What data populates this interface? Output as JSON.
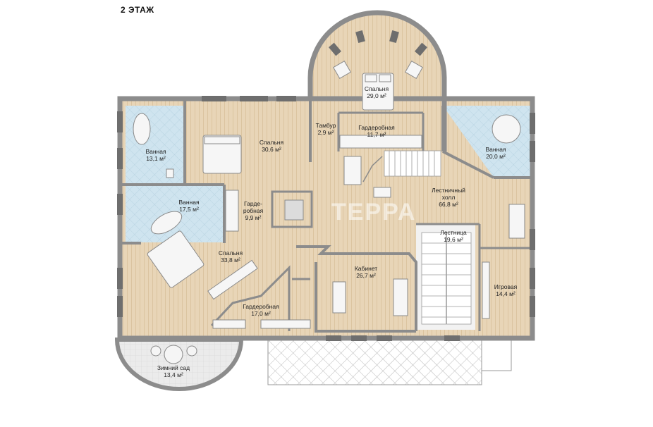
{
  "floor_title": "2 ЭТАЖ",
  "watermark": "ТЕРРА",
  "colors": {
    "wall": "#8c8c8c",
    "floor_wood": "#e8d5b7",
    "floor_wood_lines": "#d9c19a",
    "bathroom_tile": "#cfe4ef",
    "winter_garden": "#e6e6e6",
    "terrace_lattice": "#b9b9b9",
    "furniture": "#f4f4f4"
  },
  "rooms": [
    {
      "name": "Спальня",
      "area": "29,0 м²"
    },
    {
      "name": "Тамбур",
      "area": "2,9 м²"
    },
    {
      "name": "Гардеробная",
      "area": "11,7 м²"
    },
    {
      "name": "Спальня",
      "area": "30,6 м²"
    },
    {
      "name": "Ванная",
      "area": "13,1 м²"
    },
    {
      "name": "Ванная",
      "area": "20,0 м²"
    },
    {
      "name": "Ванная",
      "area": "17,5 м²"
    },
    {
      "name": "Гарде-",
      "name2": "робная",
      "area": "9,9 м²"
    },
    {
      "name": "Лестничный",
      "name2": "холл",
      "area": "66,8 м²"
    },
    {
      "name": "Лестница",
      "area": "19,6 м²"
    },
    {
      "name": "Спальня",
      "area": "33,8 м²"
    },
    {
      "name": "Кабинет",
      "area": "26,7 м²"
    },
    {
      "name": "Игровая",
      "area": "14,4 м²"
    },
    {
      "name": "Гардеробная",
      "area": "17,0 м²"
    },
    {
      "name": "Зимний сад",
      "area": "13,4 м²"
    }
  ]
}
